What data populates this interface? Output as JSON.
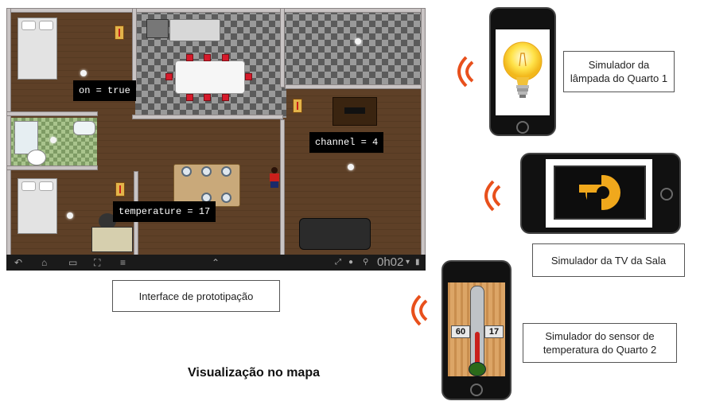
{
  "map": {
    "label_light": "on = true",
    "label_tv": "channel = 4",
    "label_temp": "temperature = 17"
  },
  "navbar": {
    "icons": [
      "back-icon",
      "home-icon",
      "recent-apps-icon",
      "screenshot-icon",
      "menu-icon",
      "chevron-up-icon"
    ],
    "clock": "0h02"
  },
  "captions": {
    "prototyping_interface": "Interface de prototipação",
    "map_view": "Visualização no mapa",
    "lamp_simulator": "Simulador da lâmpada do Quarto 1",
    "tv_simulator": "Simulador da TV da Sala",
    "temp_simulator": "Simulador do sensor de temperatura do Quarto 2"
  },
  "thermometer": {
    "left_value": "60",
    "right_value": "17",
    "level": 0.45
  },
  "colors": {
    "wave": "#e8501c",
    "bulb_glow": "#ffe34a",
    "tv_logo": "#f0a81c"
  }
}
